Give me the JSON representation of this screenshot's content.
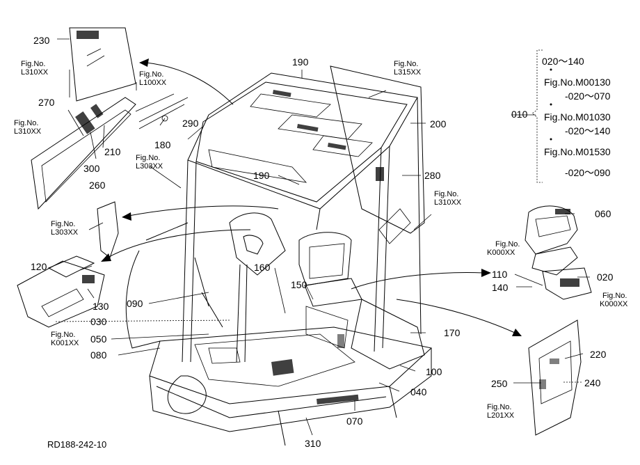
{
  "drawing_ref": "RD188-242-10",
  "labels": {
    "p230": "230",
    "p270": "270",
    "p210": "210",
    "p300": "300",
    "p180": "180",
    "p290": "290",
    "p190a": "190",
    "p190b": "190",
    "p200": "200",
    "p280": "280",
    "p260": "260",
    "p120": "120",
    "p130": "130",
    "p090": "090",
    "p030": "030",
    "p050": "050",
    "p080": "080",
    "p160": "160",
    "p150": "150",
    "p170": "170",
    "p100": "100",
    "p040": "040",
    "p070": "070",
    "p310": "310",
    "p060": "060",
    "p110": "110",
    "p140": "140",
    "p020": "020",
    "p220": "220",
    "p250": "250",
    "p240": "240",
    "p010": "010"
  },
  "fig_refs": {
    "f_l310_top": [
      "Fig.No.",
      "L310XX"
    ],
    "f_l310_mid": [
      "Fig.No.",
      "L310XX"
    ],
    "f_l100": [
      "Fig.No.",
      "L100XX"
    ],
    "f_l303_top": [
      "Fig.No.",
      "L303XX"
    ],
    "f_l303_left": [
      "Fig.No.",
      "L303XX"
    ],
    "f_l315": [
      "Fig.No.",
      "L315XX"
    ],
    "f_l310_right": [
      "Fig.No.",
      "L310XX"
    ],
    "f_k001": [
      "Fig.No.",
      "K001XX"
    ],
    "f_k000_a": [
      "Fig.No.",
      "K000XX"
    ],
    "f_k000_b": [
      "Fig.No.",
      "K000XX"
    ],
    "f_l201": [
      "Fig.No.",
      "L201XX"
    ]
  },
  "bracket": {
    "head": "020～140",
    "rows": [
      {
        "fig": "Fig.No.M00130",
        "range": "-020～070"
      },
      {
        "fig": "Fig.No.M01030",
        "range": "-020～140"
      },
      {
        "fig": "Fig.No.M01530",
        "range": "-020～090"
      }
    ]
  }
}
